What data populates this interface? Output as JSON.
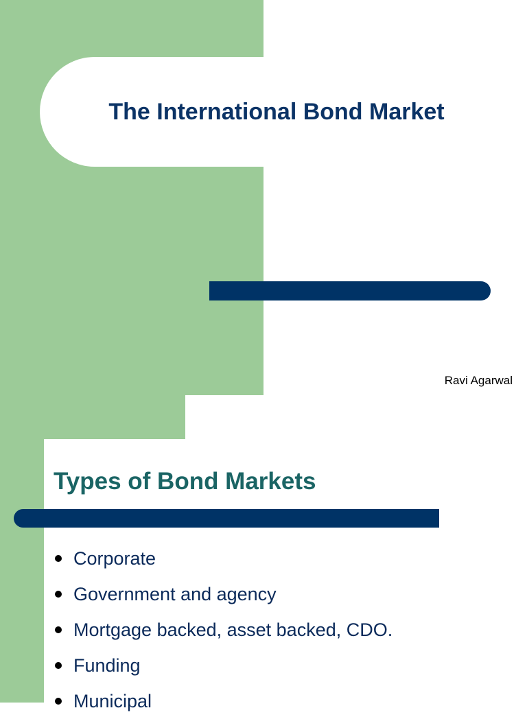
{
  "slide1": {
    "title": "The International Bond Market",
    "author": "Ravi Agarwal"
  },
  "slide2": {
    "title": "Types of Bond Markets",
    "bullets": [
      "Corporate",
      "Government and agency",
      "Mortgage backed, asset backed, CDO.",
      "Funding",
      "Municipal"
    ]
  },
  "colors": {
    "green": "#9ccb98",
    "navy": "#003366",
    "title1": "#0b3366",
    "title2": "#1a6464"
  }
}
